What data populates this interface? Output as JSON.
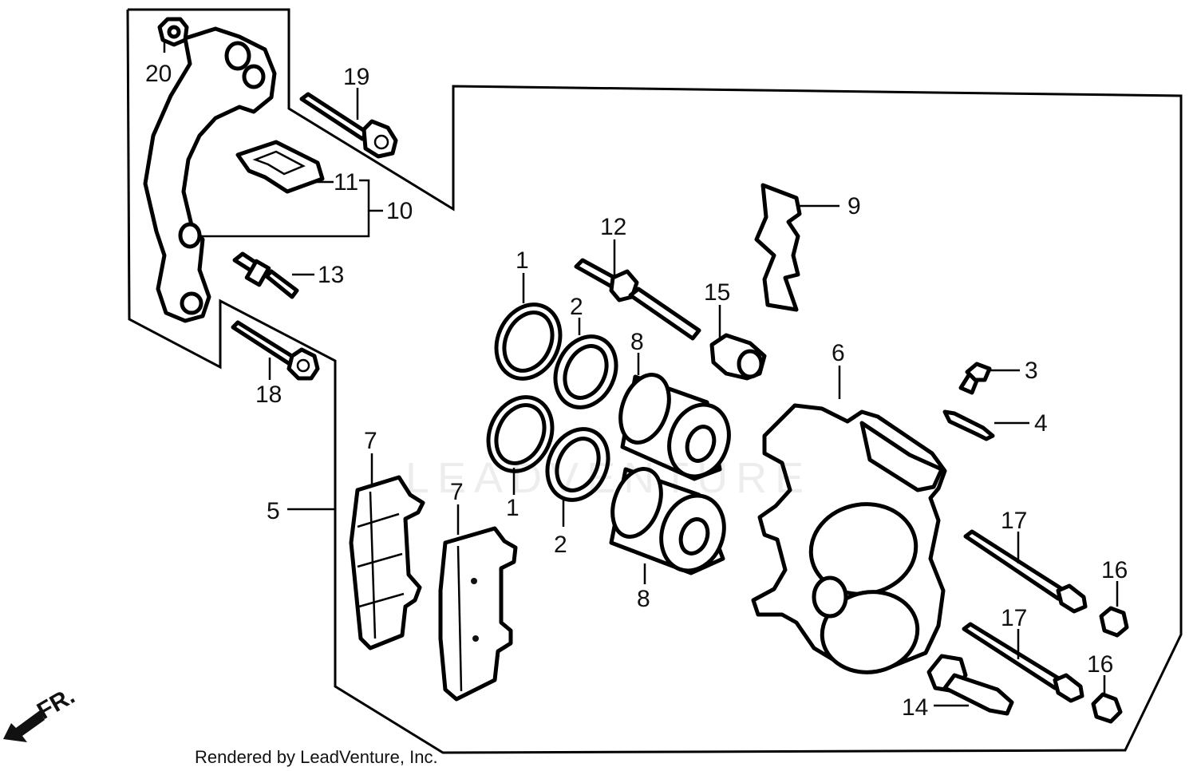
{
  "callouts": [
    "1",
    "2",
    "3",
    "4",
    "5",
    "6",
    "7",
    "8",
    "9",
    "10",
    "11",
    "12",
    "13",
    "14",
    "15",
    "16",
    "17",
    "18",
    "19",
    "20"
  ],
  "direction_label": "FR.",
  "watermark": "LEADVENTURE",
  "credit": "Rendered by LeadVenture, Inc."
}
